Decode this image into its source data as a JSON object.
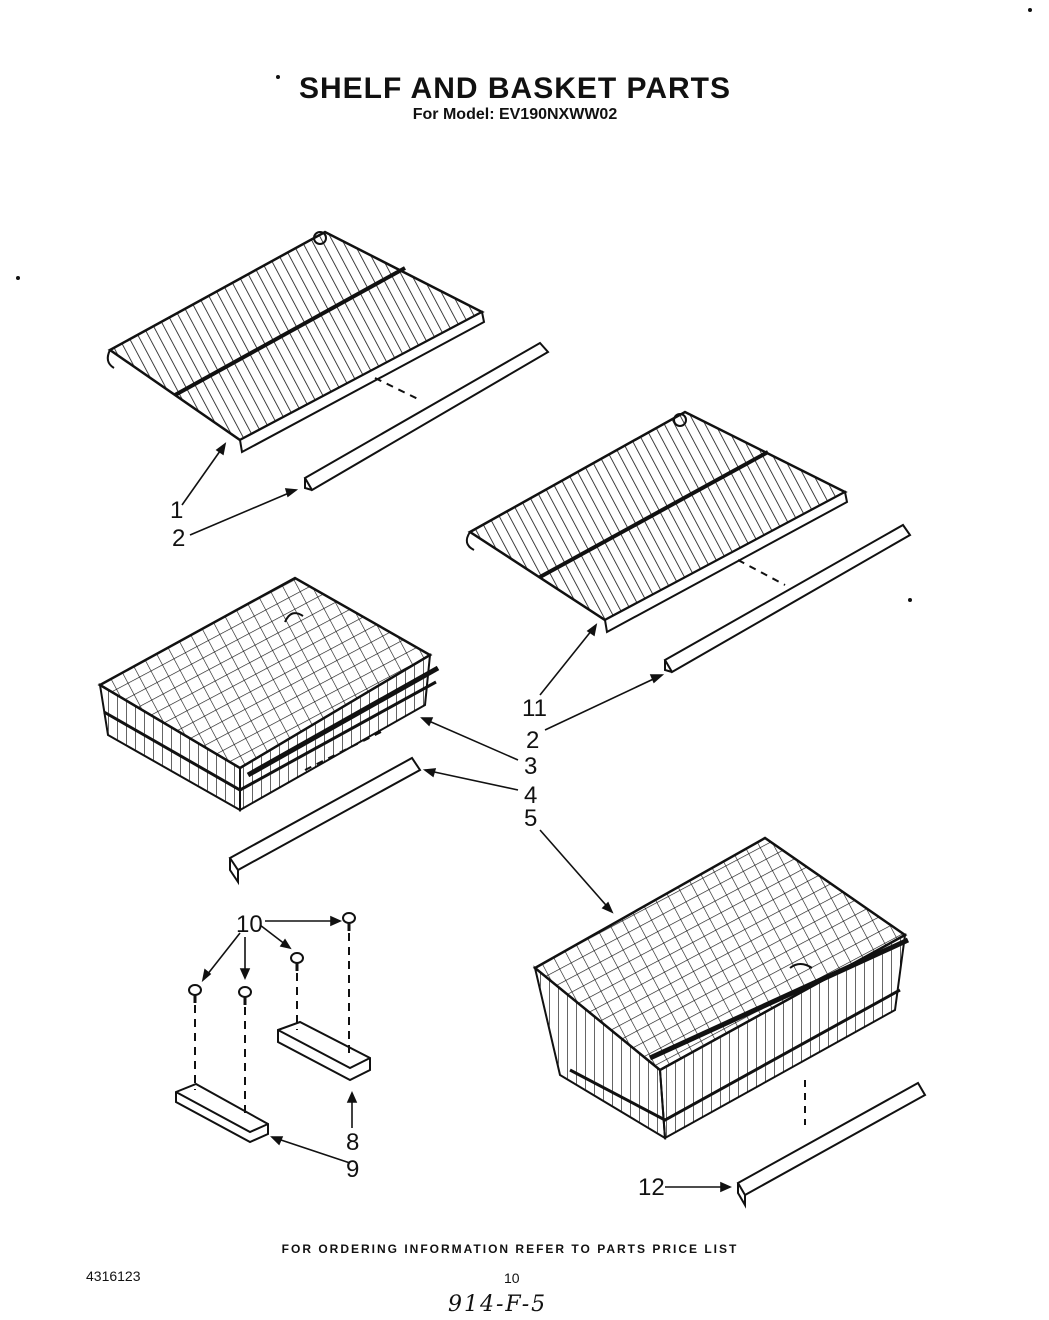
{
  "header": {
    "title": "SHELF AND BASKET PARTS",
    "model_line": "For Model: EV190NXWW02"
  },
  "callouts": {
    "c1": "1",
    "c2a": "2",
    "c2b": "2",
    "c3": "3",
    "c4": "4",
    "c5": "5",
    "c8": "8",
    "c9": "9",
    "c10": "10",
    "c11": "11",
    "c12": "12"
  },
  "footer": {
    "ordering_info": "FOR ORDERING INFORMATION REFER TO PARTS PRICE LIST",
    "doc_number": "4316123",
    "page_number": "10",
    "handwritten_note": "914-F-5"
  }
}
